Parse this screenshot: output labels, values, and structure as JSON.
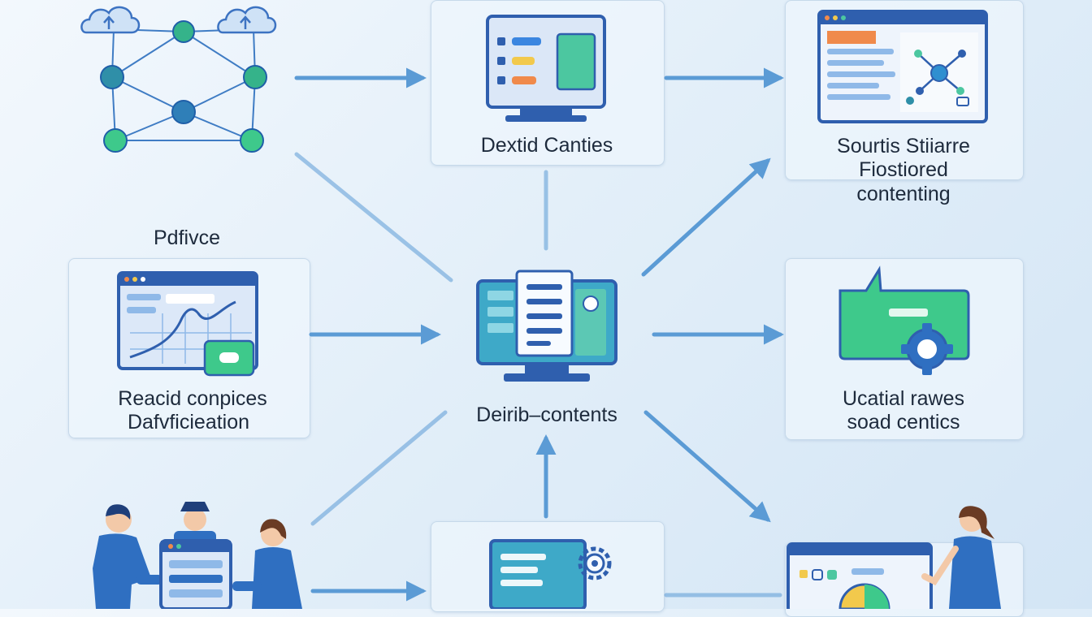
{
  "nodes": {
    "top_center": {
      "label": "Dextid Canties"
    },
    "top_right": {
      "line1": "Sourtis Stiiarre",
      "line2": "Fiostiored",
      "line3": "contenting"
    },
    "mid_left": {
      "heading": "Pdfivce",
      "line1": "Reacid conpices",
      "line2": "Dafvficieation"
    },
    "center": {
      "label": "Deirib–contents"
    },
    "mid_right": {
      "line1": "Ucatial rawes",
      "line2": "soad centics"
    }
  },
  "colors": {
    "arrow": "#5b9bd5",
    "node_blue": "#2f6fc1",
    "node_green": "#3ec98b",
    "screen_border": "#2f5fae",
    "screen_fill": "#dde9f8",
    "accent_teal": "#3ab7a8"
  }
}
